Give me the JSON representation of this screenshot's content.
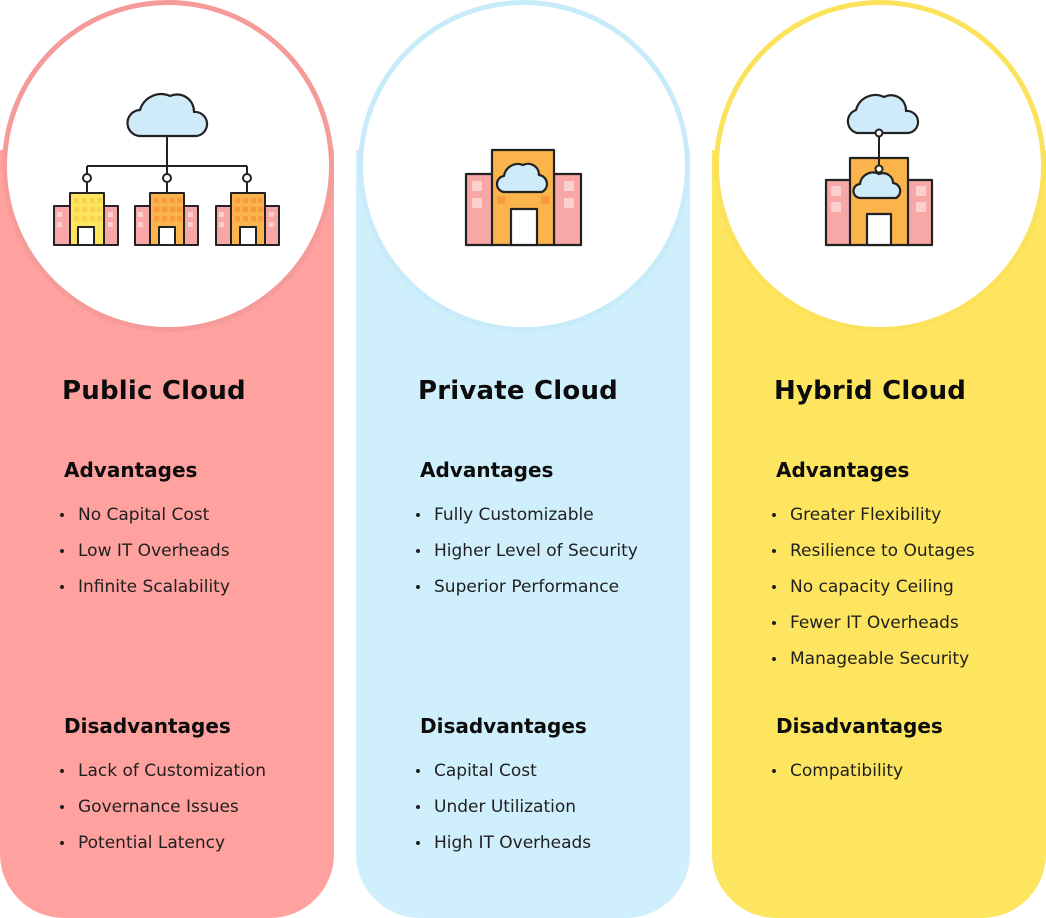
{
  "colors": {
    "public": "#fea19f",
    "public_ring": "#f59b99",
    "private": "#d0effc",
    "private_ring": "#c8ebfa",
    "hybrid": "#fde560",
    "hybrid_ring": "#fbe25a"
  },
  "cards": [
    {
      "title": "Public Cloud",
      "advantages_heading": "Advantages",
      "advantages": [
        "No Capital Cost",
        "Low IT Overheads",
        "Infinite Scalability"
      ],
      "disadvantages_heading": "Disadvantages",
      "disadvantages": [
        "Lack of Customization",
        "Governance Issues",
        "Potential Latency"
      ],
      "icon": "cloud-network-buildings-icon"
    },
    {
      "title": "Private Cloud",
      "advantages_heading": "Advantages",
      "advantages": [
        "Fully Customizable",
        "Higher Level of Security",
        "Superior Performance"
      ],
      "disadvantages_heading": "Disadvantages",
      "disadvantages": [
        "Capital Cost",
        "Under Utilization",
        "High IT Overheads"
      ],
      "icon": "cloud-building-icon"
    },
    {
      "title": "Hybrid Cloud",
      "advantages_heading": "Advantages",
      "advantages": [
        "Greater Flexibility",
        "Resilience to Outages",
        "No capacity Ceiling",
        "Fewer IT Overheads",
        "Manageable Security"
      ],
      "disadvantages_heading": "Disadvantages",
      "disadvantages": [
        "Compatibility"
      ],
      "icon": "hybrid-cloud-building-icon"
    }
  ]
}
